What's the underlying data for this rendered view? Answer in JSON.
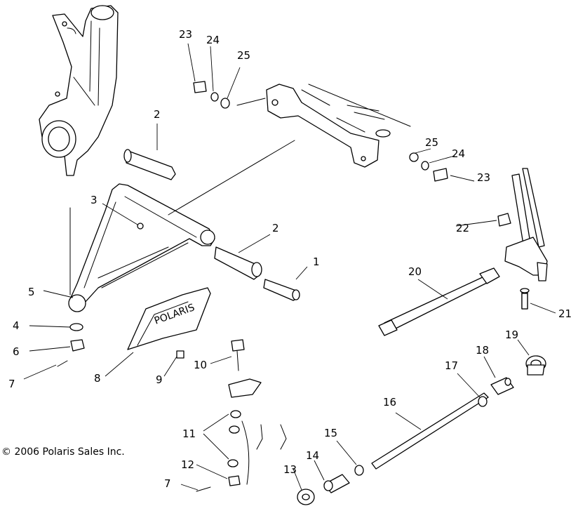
{
  "callouts": [
    "1",
    "2",
    "2",
    "3",
    "4",
    "5",
    "6",
    "7",
    "7",
    "8",
    "9",
    "10",
    "11",
    "12",
    "13",
    "14",
    "15",
    "16",
    "17",
    "18",
    "19",
    "20",
    "21",
    "22",
    "23",
    "23",
    "24",
    "24",
    "25",
    "25"
  ],
  "decal_text": "POLARIS",
  "copyright": "© 2006 Polaris Sales Inc."
}
